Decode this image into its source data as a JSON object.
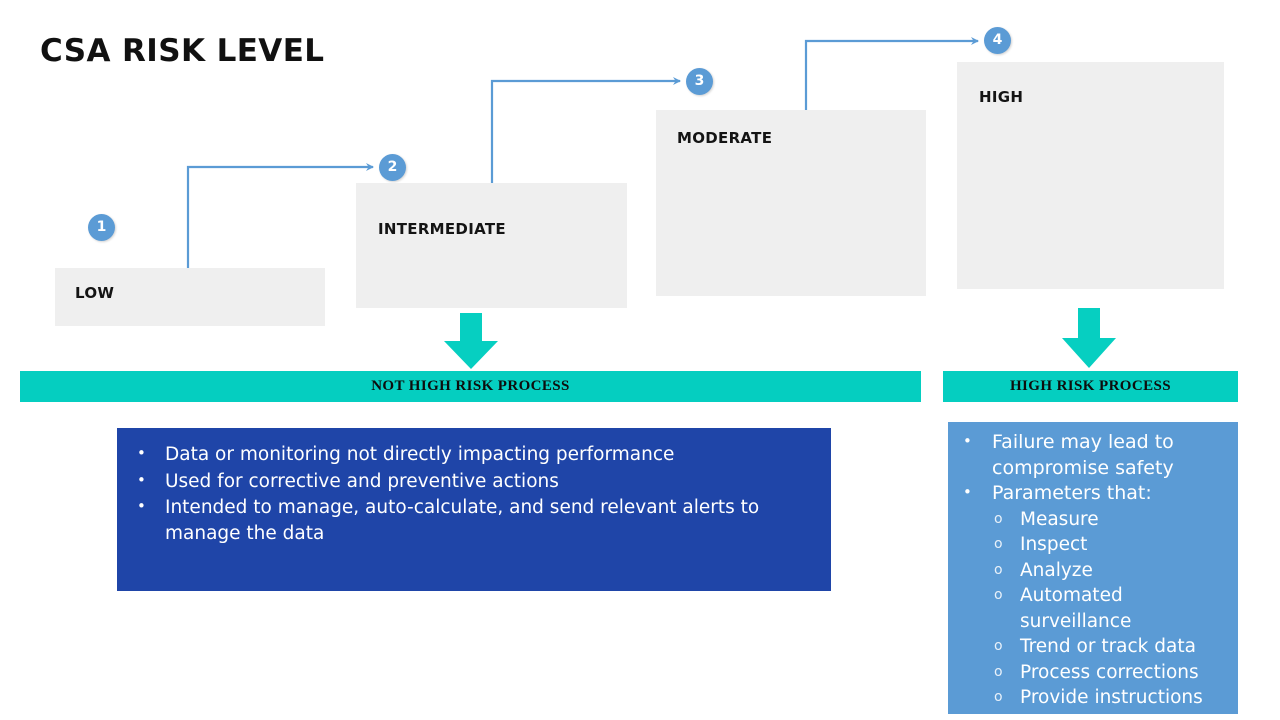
{
  "slide": {
    "title": "CSA RISK LEVEL"
  },
  "colors": {
    "accent_blue": "#5b9bd5",
    "box_grey": "#efefef",
    "teal": "#05cec0",
    "deep_blue": "#1f45a8",
    "light_blue": "#5b9bd5",
    "text_dark": "#111111",
    "text_light": "#ffffff"
  },
  "levels": [
    {
      "step": "1",
      "label": "LOW"
    },
    {
      "step": "2",
      "label": "INTERMEDIATE"
    },
    {
      "step": "3",
      "label": "MODERATE"
    },
    {
      "step": "4",
      "label": "HIGH"
    }
  ],
  "banners": {
    "not_high": "NOT HIGH RISK PROCESS",
    "high": "HIGH RISK PROCESS"
  },
  "not_high_panel": {
    "bullets": [
      "Data or monitoring not directly impacting performance",
      "Used for corrective and preventive actions",
      "Intended to manage, auto-calculate, and send relevant alerts to manage the data"
    ]
  },
  "high_panel": {
    "bullets": [
      {
        "text": "Failure may lead to compromise safety"
      },
      {
        "text": "Parameters that:",
        "sub": [
          "Measure",
          "Inspect",
          "Analyze",
          "Automated surveillance",
          "Trend or track data",
          "Process corrections",
          "Provide instructions"
        ]
      }
    ]
  },
  "icons": {
    "arrow_down_left": "down-arrow-icon",
    "arrow_down_right": "down-arrow-icon",
    "connector_1_2": "elbow-arrow-icon",
    "connector_2_3": "elbow-arrow-icon",
    "connector_3_4": "elbow-arrow-icon"
  }
}
